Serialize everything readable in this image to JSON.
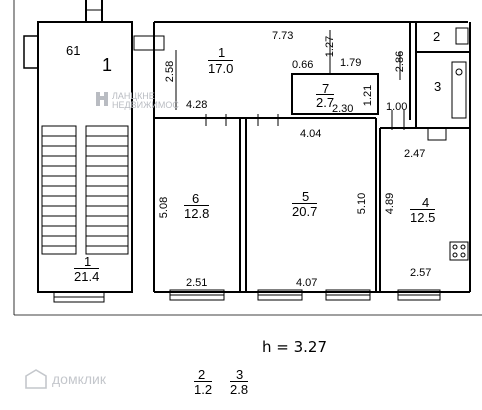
{
  "plan": {
    "rooms": [
      {
        "id": "staircase-upper",
        "number": "61"
      },
      {
        "id": "room-1",
        "number": "1",
        "area": "17.0"
      },
      {
        "id": "room-2",
        "number": "2"
      },
      {
        "id": "room-3",
        "number": "3"
      },
      {
        "id": "room-4",
        "number": "4",
        "area": "12.5"
      },
      {
        "id": "room-5",
        "number": "5",
        "area": "20.7"
      },
      {
        "id": "room-6",
        "number": "6",
        "area": "12.8"
      },
      {
        "id": "room-7",
        "number": "7",
        "area": "2.7"
      },
      {
        "id": "staircase-lower",
        "number": "1",
        "area": "21.4"
      }
    ],
    "staircase_mark": "1",
    "dimensions": {
      "d_7_73": "7.73",
      "d_1_27": "1.27",
      "d_0_66": "0.66",
      "d_1_79": "1.79",
      "d_2_58": "2.58",
      "d_4_28": "4.28",
      "d_2_30": "2.30",
      "d_1_21": "1.21",
      "d_1_00": "1.00",
      "d_4_04": "4.04",
      "d_2_86": "2.86",
      "d_2_47": "2.47",
      "d_5_08": "5.08",
      "d_5_10": "5.10",
      "d_4_89": "4.89",
      "d_2_51": "2.51",
      "d_4_07": "4.07",
      "d_2_57": "2.57"
    },
    "height_label": "h  =  3.27",
    "legend": [
      {
        "number": "2",
        "area": "1.2"
      },
      {
        "number": "3",
        "area": "2.8"
      }
    ]
  },
  "watermark": {
    "agency_line1": "ЛАНЦКНЕ",
    "agency_line2": "НЕДВИЖИМОС",
    "site": "домклик"
  }
}
